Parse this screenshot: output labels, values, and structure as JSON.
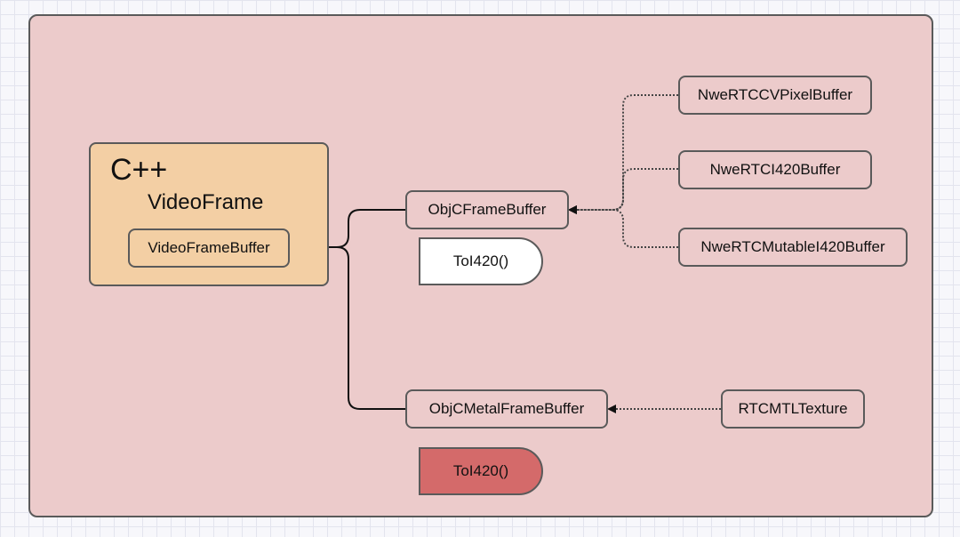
{
  "diagram": {
    "frame": {
      "language": "C++",
      "title": "VideoFrame",
      "buffer_label": "VideoFrameBuffer"
    },
    "nodes": {
      "objc_frame_buffer": "ObjCFrameBuffer",
      "objc_metal_frame_buffer": "ObjCMetalFrameBuffer",
      "cv_pixel_buffer": "NweRTCCVPixelBuffer",
      "i420_buffer": "NweRTCI420Buffer",
      "mutable_i420_buffer": "NweRTCMutableI420Buffer",
      "mtl_texture": "RTCMTLTexture"
    },
    "methods": {
      "toi420_objc": "ToI420()",
      "toi420_metal": "ToI420()"
    },
    "colors": {
      "panel_bg": "#eccbcb",
      "frame_bg": "#f3cfa4",
      "method_ok": "#ffffff",
      "method_unsupported": "#d46a6a",
      "border": "#5a5a5a"
    }
  }
}
